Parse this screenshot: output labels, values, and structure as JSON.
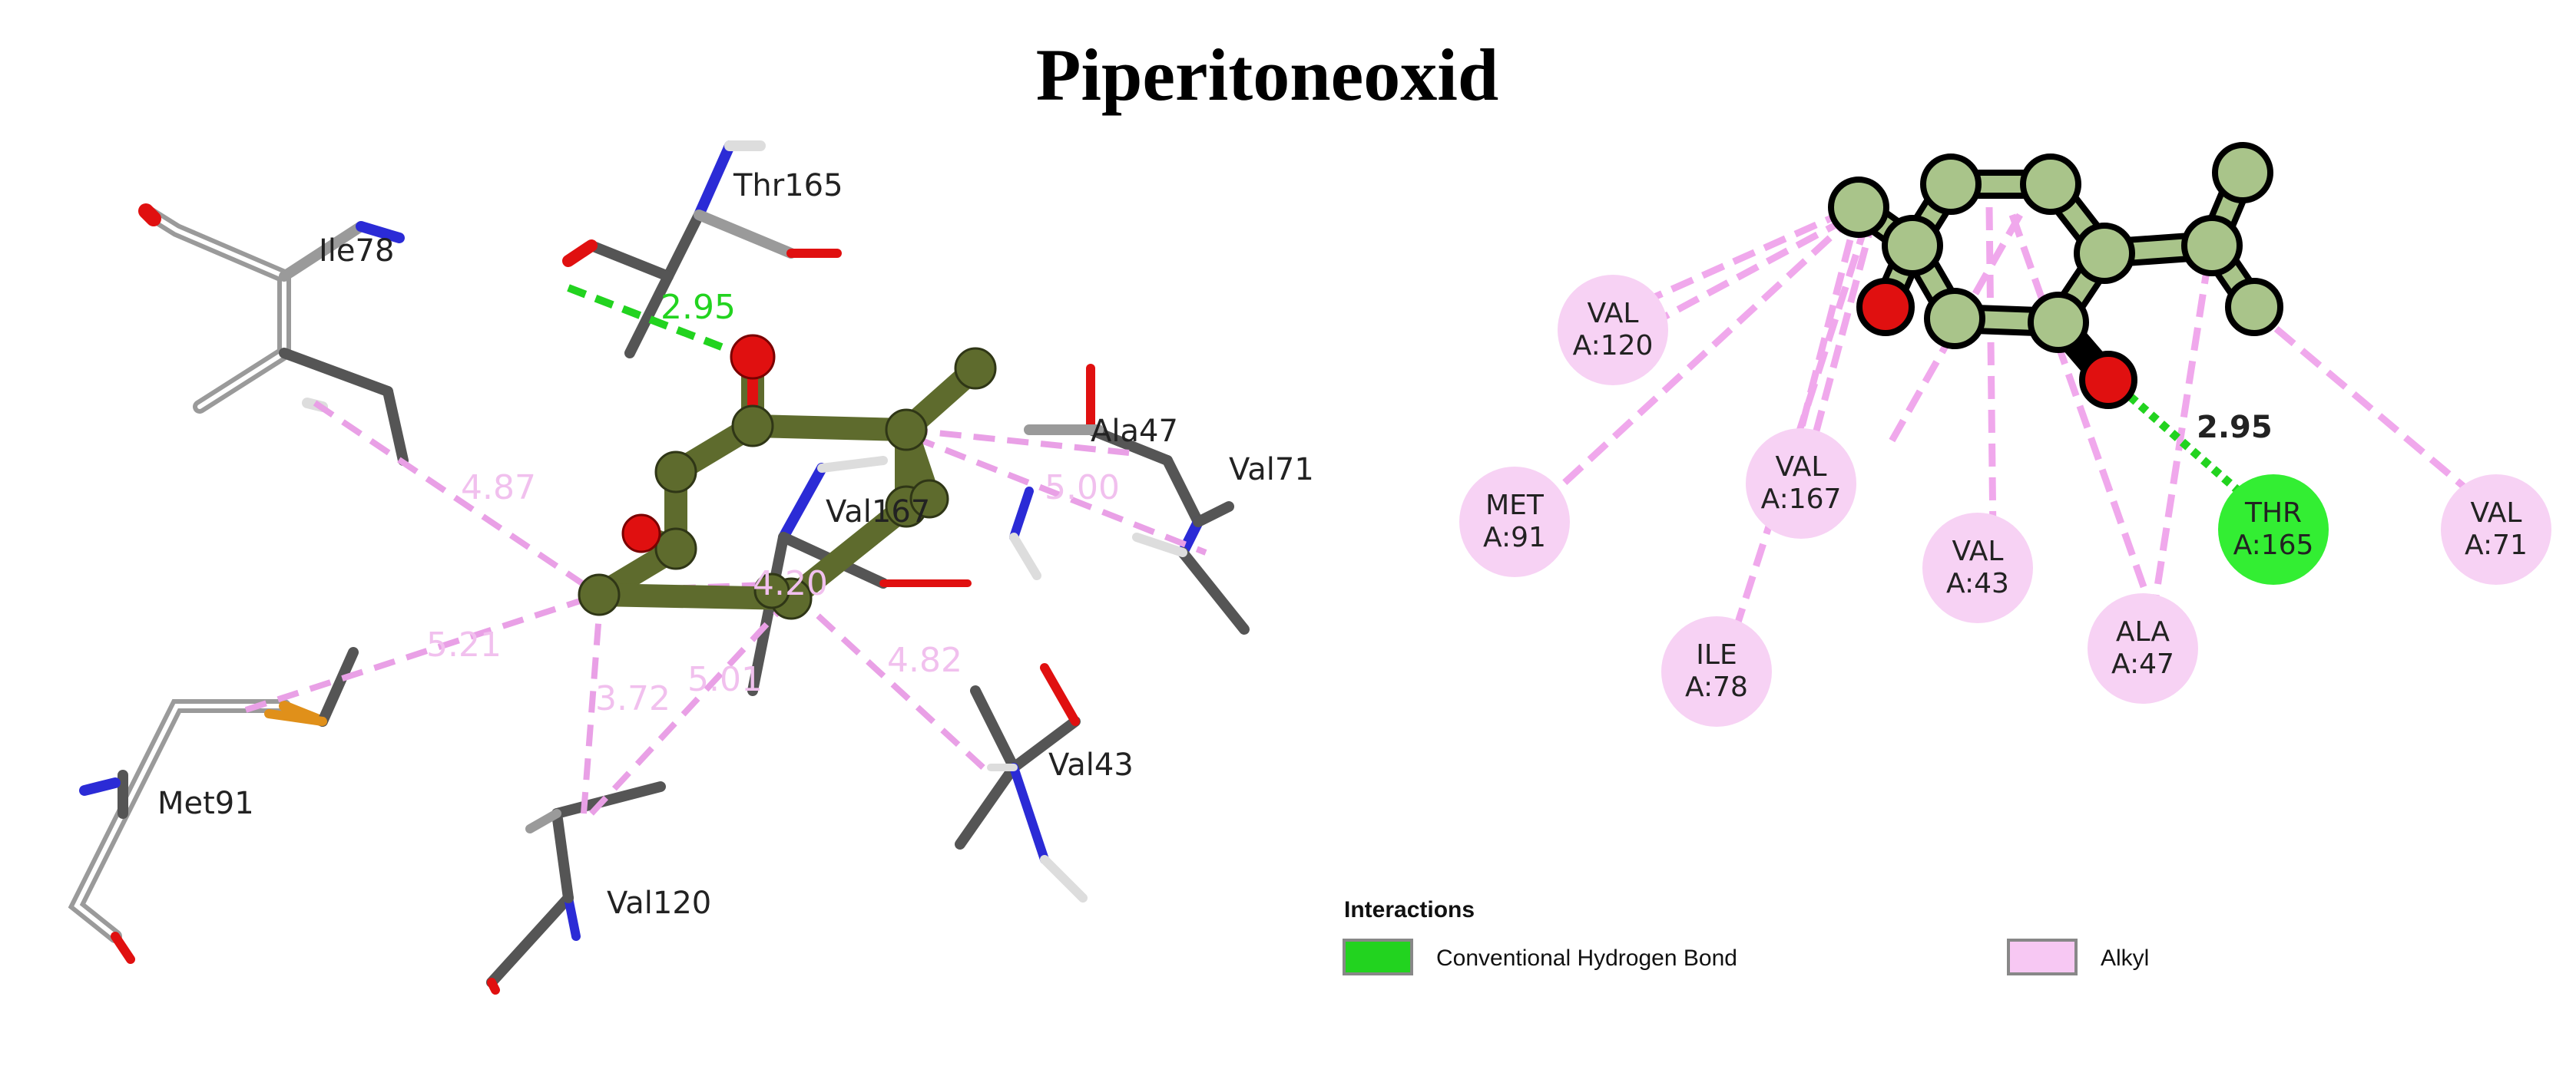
{
  "title": "Piperitoneoxid",
  "view3d": {
    "residue_labels": [
      {
        "key": "thr165",
        "text": "Thr165"
      },
      {
        "key": "ile78",
        "text": "Ile78"
      },
      {
        "key": "ala47",
        "text": "Ala47"
      },
      {
        "key": "val71",
        "text": "Val71"
      },
      {
        "key": "val167",
        "text": "Val167"
      },
      {
        "key": "met91",
        "text": "Met91"
      },
      {
        "key": "val43",
        "text": "Val43"
      },
      {
        "key": "val120",
        "text": "Val120"
      }
    ],
    "distance_labels": [
      {
        "key": "hbond",
        "text": "2.95",
        "type": "hbond"
      },
      {
        "key": "d487",
        "text": "4.87",
        "type": "alkyl"
      },
      {
        "key": "d500",
        "text": "5.00",
        "type": "alkyl"
      },
      {
        "key": "d521",
        "text": "5.21",
        "type": "alkyl"
      },
      {
        "key": "d482",
        "text": "4.82",
        "type": "alkyl"
      },
      {
        "key": "d372",
        "text": "3.72",
        "type": "alkyl"
      },
      {
        "key": "d501",
        "text": "5.01",
        "type": "alkyl"
      },
      {
        "key": "d4x",
        "text": "4.20",
        "type": "alkyl"
      }
    ]
  },
  "view2d": {
    "residues": [
      {
        "key": "val120",
        "name": "VAL",
        "id": "A:120",
        "type": "alkyl"
      },
      {
        "key": "met91",
        "name": "MET",
        "id": "A:91",
        "type": "alkyl"
      },
      {
        "key": "val167",
        "name": "VAL",
        "id": "A:167",
        "type": "alkyl"
      },
      {
        "key": "ile78",
        "name": "ILE",
        "id": "A:78",
        "type": "alkyl"
      },
      {
        "key": "val43",
        "name": "VAL",
        "id": "A:43",
        "type": "alkyl"
      },
      {
        "key": "ala47",
        "name": "ALA",
        "id": "A:47",
        "type": "alkyl"
      },
      {
        "key": "thr165",
        "name": "THR",
        "id": "A:165",
        "type": "hbond"
      },
      {
        "key": "val71",
        "name": "VAL",
        "id": "A:71",
        "type": "alkyl"
      }
    ],
    "hbond_distance": "2.95"
  },
  "legend": {
    "title": "Interactions",
    "items": [
      {
        "key": "hbond",
        "label": "Conventional Hydrogen Bond"
      },
      {
        "key": "alkyl",
        "label": "Alkyl"
      }
    ]
  },
  "colors": {
    "hbond": "#22d31f",
    "hbond_residue": "#33ee33",
    "alkyl_line": "#e9a0e6",
    "alkyl_residue": "#f7d2f4",
    "ligand_3d": "#5e6b2d",
    "ligand_2d": "#a9c48a",
    "oxygen": "#e01010",
    "nitrogen": "#2b2bd6",
    "sulfur": "#e0901a",
    "carbon_stick": "#555555"
  }
}
